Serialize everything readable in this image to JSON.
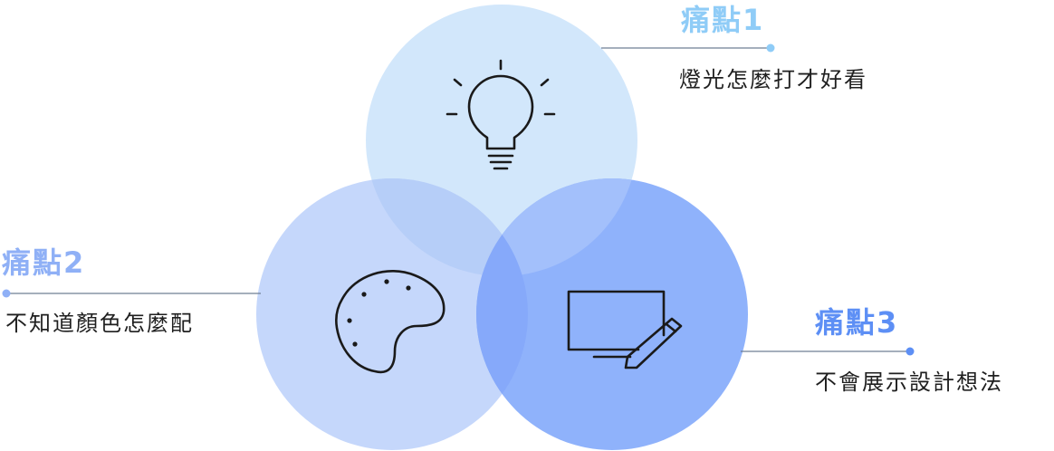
{
  "colors": {
    "circle_top": "#d2e7fb",
    "circle_left": "#c5d7fb",
    "circle_right": "#8fb2fb",
    "overlap_top_left": "#b6cef8",
    "overlap_top_right": "#a3c0fb",
    "overlap_left_right": "#86a9fa",
    "title_light": "#8fccf7",
    "title_mid": "#8fb0f6",
    "title_dark": "#5d8ff5",
    "leader_line": "#6f7f93",
    "icon_stroke": "#1a1a1a"
  },
  "pain_points": [
    {
      "title": "痛點1",
      "description": "燈光怎麼打才好看",
      "icon": "lightbulb-icon"
    },
    {
      "title": "痛點2",
      "description": "不知道顏色怎麼配",
      "icon": "palette-icon"
    },
    {
      "title": "痛點3",
      "description": "不會展示設計想法",
      "icon": "monitor-pen-icon"
    }
  ]
}
